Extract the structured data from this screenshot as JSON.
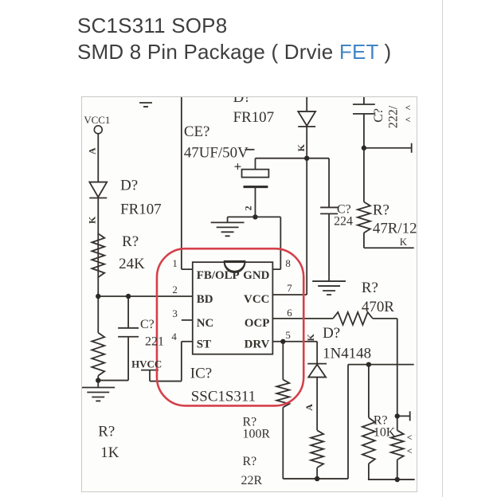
{
  "title": {
    "line1": "SC1S311 SOP8",
    "line2_before": "SMD 8 Pin Package ( Drvie ",
    "line2_link": "FET",
    "line2_after": " )"
  },
  "schematic": {
    "power": {
      "vcc1": "VCC1",
      "hvcc": "HVCC"
    },
    "ic": {
      "ref": "IC?",
      "part": "SSC1S311",
      "pin_numbers_left": [
        "1",
        "2",
        "3",
        "4"
      ],
      "pin_numbers_right": [
        "8",
        "7",
        "6",
        "5"
      ],
      "pin_names_left": [
        "FB/OLP",
        "BD",
        "NC",
        "ST"
      ],
      "pin_names_right": [
        "GND",
        "VCC",
        "OCP",
        "DRV"
      ]
    },
    "components": {
      "d_input": {
        "ref": "D?",
        "value": "FR107"
      },
      "r_24k": {
        "ref": "R?",
        "value": "24K"
      },
      "r_1k": {
        "ref": "R?",
        "value": "1K"
      },
      "c_221": {
        "ref": "C?",
        "value": "221"
      },
      "ce_bulk": {
        "ref": "CE?",
        "value": "47UF/50V"
      },
      "d_top": {
        "ref": "D?",
        "value": "FR107"
      },
      "c_222": {
        "ref": "C?",
        "value": "222/"
      },
      "c_224": {
        "ref": "C?",
        "value": "224"
      },
      "r_47": {
        "ref": "R?",
        "value": "47R/12"
      },
      "r_470": {
        "ref": "R?",
        "value": "470R"
      },
      "d_1n4148": {
        "ref": "D?",
        "value": "1N4148"
      },
      "r_100": {
        "ref": "R?",
        "value": "100R"
      },
      "r_22": {
        "ref": "R?",
        "value": "22R"
      },
      "r_10k": {
        "ref": "R?",
        "value": "10K"
      }
    },
    "marks": {
      "anode": "A",
      "cathode": "K",
      "plus": "+",
      "net2": "2",
      "chevron": "<"
    }
  },
  "colors": {
    "accent_red": "#d5404a",
    "link_blue": "#4285c5",
    "ink": "#35312b",
    "border": "#c9c9c9"
  }
}
